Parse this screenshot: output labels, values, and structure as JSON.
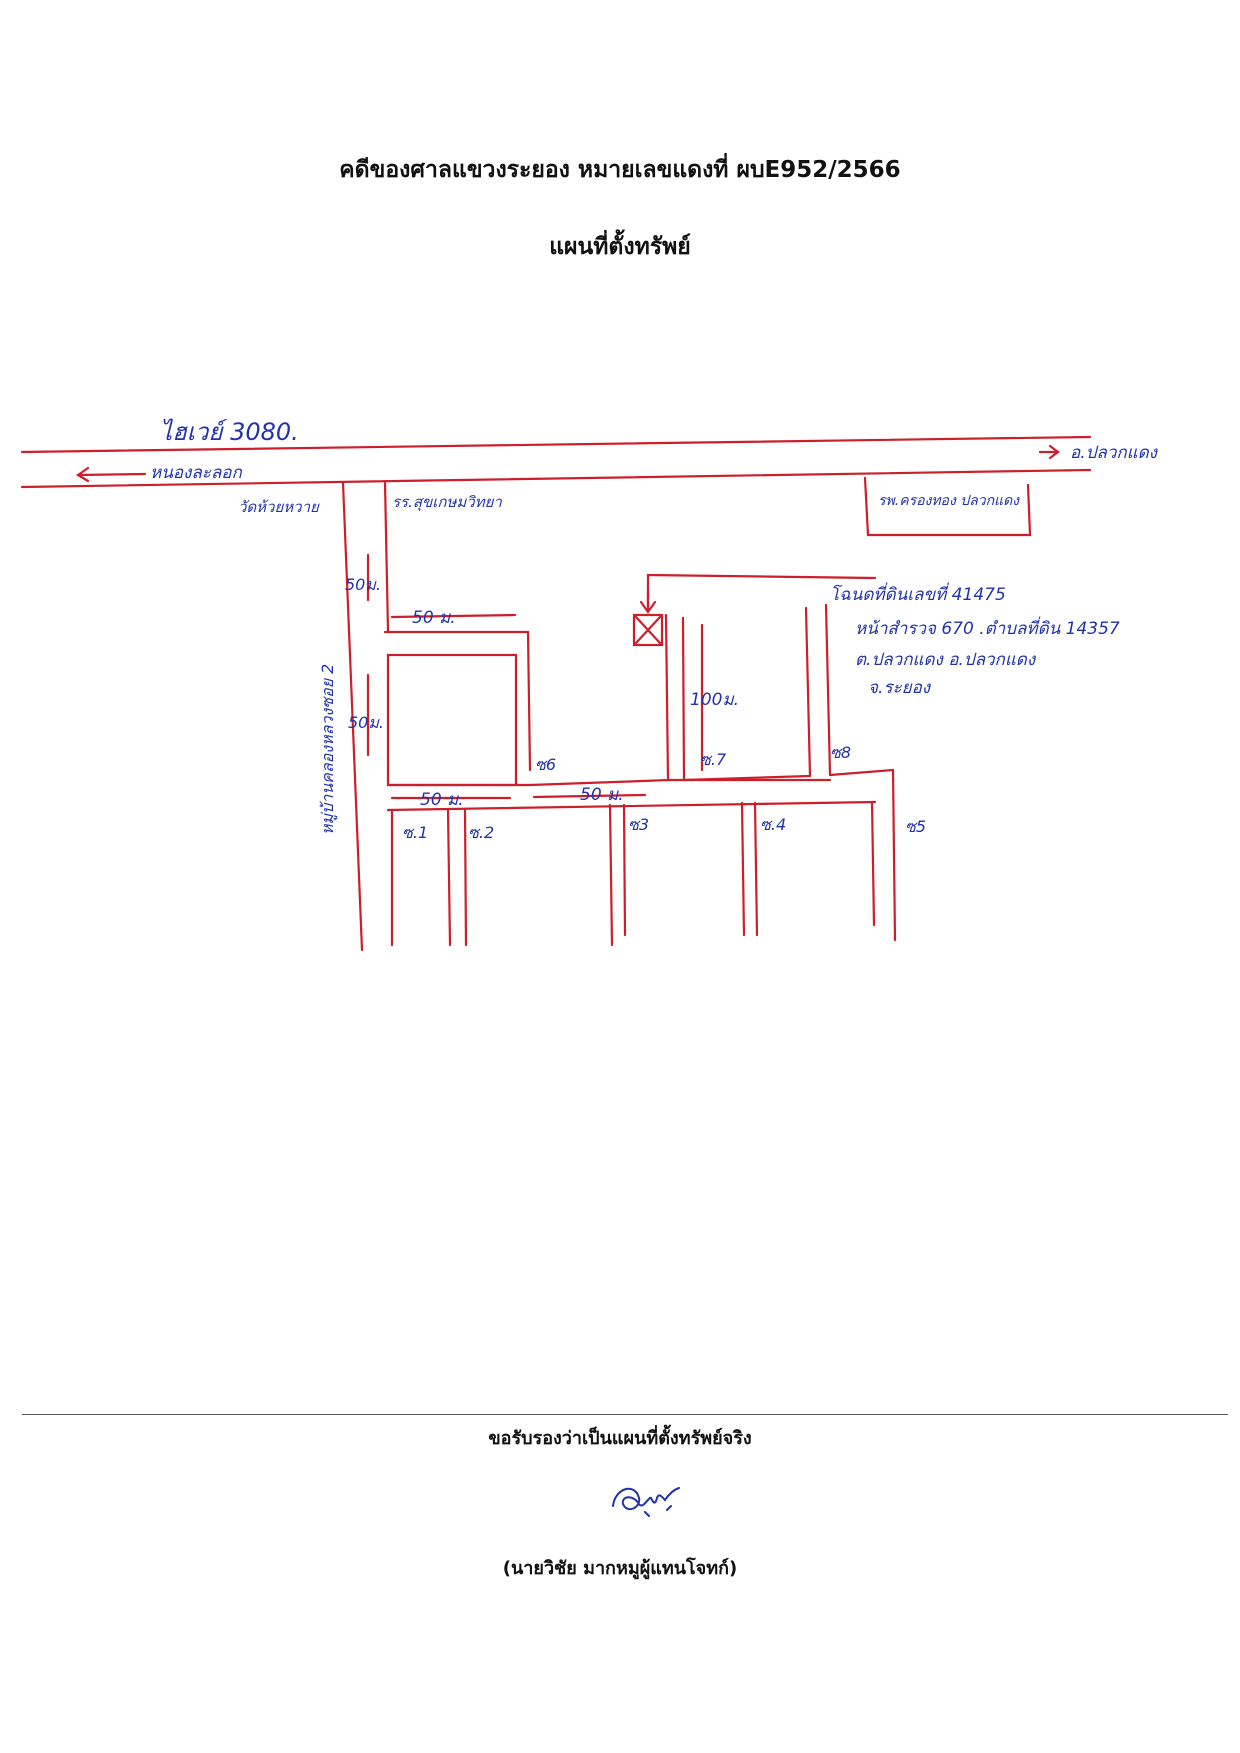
{
  "document": {
    "case_title": "คดีของศาลแขวงระยอง หมายเลขแดงที่ ผบE952/2566",
    "map_title": "แผนที่ตั้งทรัพย์",
    "certification": "ขอรับรองว่าเป็นแผนที่ตั้งทรัพย์จริง",
    "signatory": "(นายวิชัย มากหมูผู้แทนโจทก์)"
  },
  "map": {
    "road_name": "ไฮเวย์ 3080.",
    "direction_left": "หนองละลอก",
    "direction_right": "อ.ปลวกแดง",
    "left_landmark": "วัดห้วยหวาย",
    "top_label": "รร.สุขเกษมวิทยา",
    "top_right_box": "รพ.ครองทอง ปลวกแดง",
    "side_street": "หมู่บ้านคลองหลวงซอย 2",
    "property_desc": [
      "โฉนดที่ดินเลขที่ 41475",
      "หน้าสำรวจ 670 .ตำบลที่ดิน 14357",
      "ต.ปลวกแดง อ.ปลวกแดง",
      "จ.ระยอง"
    ],
    "dimensions": {
      "d1": "50ม.",
      "d2": "50 ม.",
      "d3": "50ม.",
      "d4": "50 ม.",
      "d5": "50 ม.",
      "d6": "100ม."
    },
    "soi_labels": {
      "s1": "ซ.1",
      "s2": "ซ.2",
      "s3": "ซ3",
      "s4": "ซ.4",
      "s5": "ซ5",
      "s6": "ซ6",
      "s7": "ซ.7",
      "s8": "ซ8"
    },
    "property_marker": "X",
    "ink_red": "#cc1f2b",
    "ink_blue": "#2233aa"
  }
}
